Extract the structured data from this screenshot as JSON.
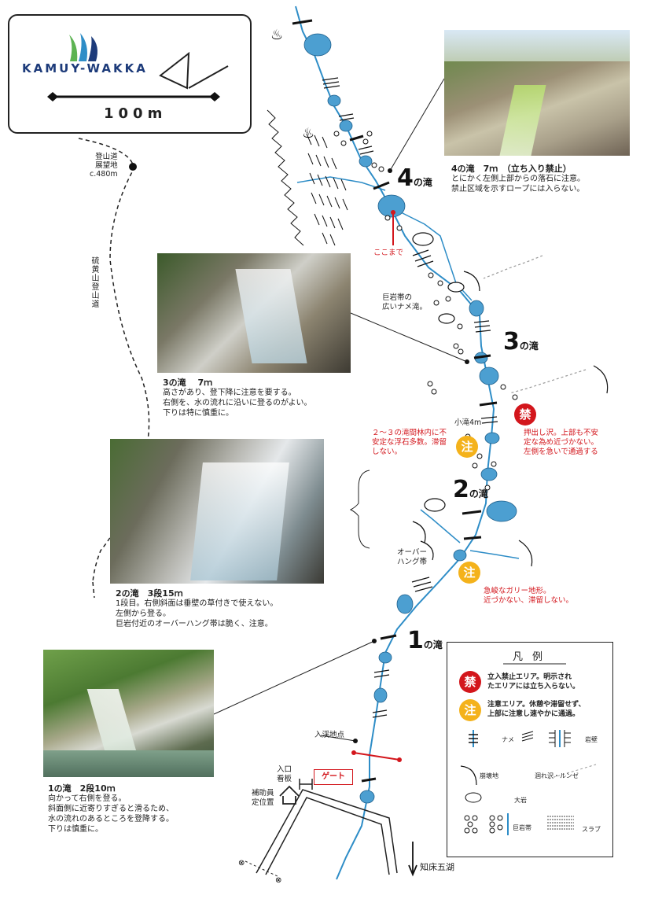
{
  "header": {
    "logo_text": "KAMUY-WAKKA",
    "scale_label": "100m"
  },
  "trail": {
    "viewpoint_label_1": "登山道",
    "viewpoint_label_2": "展望地",
    "viewpoint_label_3": "c.480m",
    "trail_name": "硫黄山登山道"
  },
  "falls": {
    "f4": {
      "num": "4",
      "suffix": "の滝"
    },
    "f3": {
      "num": "3",
      "suffix": "の滝"
    },
    "f2": {
      "num": "2",
      "suffix": "の滝"
    },
    "f1": {
      "num": "1",
      "suffix": "の滝"
    }
  },
  "captions": {
    "c4": {
      "title": "4の滝　7ｍ　（立ち入り禁止）",
      "lines": [
        "とにかく左側上部からの落石に注意。",
        "禁止区域を示すロープには入らない。"
      ]
    },
    "c3": {
      "title": "3の滝　 7ｍ",
      "lines": [
        "高さがあり、登下降に注意を要する。",
        "右側を、水の流れに沿いに登るのがよい。",
        "下りは特に慎重に。"
      ]
    },
    "c2": {
      "title": "2の滝　3段15ｍ",
      "lines": [
        "1段目。右側斜面は垂壁の草付きで使えない。",
        "左側から登る。",
        "巨岩付近のオーバーハング帯は脆く、注意。"
      ]
    },
    "c1": {
      "title": "1の滝　2段10ｍ",
      "lines": [
        "向かって右側を登る。",
        "斜面側に近寄りすぎると滑るため、",
        "水の流れのあるところを登降する。",
        "下りは慎重に。"
      ]
    }
  },
  "labels": {
    "kokomade": "ここまで",
    "kyogan_1": "巨岩帯の",
    "kyogan_2": "広いナメ滝。",
    "kotaki": "小滝4m",
    "overhang_1": "オーバー",
    "overhang_2": "ハング帯",
    "nyukei": "入渓地点",
    "iriguchi_1": "入口",
    "iriguchi_2": "看板",
    "hojo_1": "補助員",
    "hojo_2": "定位置",
    "gate": "ゲート",
    "goko": "知床五湖"
  },
  "notes": {
    "kin_badge": "禁",
    "kin_text": [
      "押出し沢。上部も不安",
      "定な為め近づかない。",
      "左側を急いで通過する"
    ],
    "chu_badge_1": "注",
    "chu_text_1": [
      "２～３の滝間林内に不",
      "安定な浮石多数。滞留",
      "しない。"
    ],
    "chu_badge_2": "注",
    "chu_text_2": [
      "急峻なガリー地形。",
      "近づかない、滞留しない。"
    ]
  },
  "legend": {
    "title": "凡例",
    "kin_badge": "禁",
    "kin_text": [
      "立入禁止エリア。明示され",
      "たエリアには立ち入らない。"
    ],
    "chu_badge": "注",
    "chu_text": [
      "注意エリア。休憩や滞留せず、",
      "上部に注意し速やかに通過。"
    ],
    "name": "ナメ",
    "ganpeki": "岩壁",
    "houkai": "崩壊地",
    "kaerezawa": "涸れ沢・ルンゼ",
    "ooiwa": "大岩",
    "kyogantai": "巨岩帯",
    "slab": "スラブ"
  },
  "colors": {
    "stream": "#2e8dc7",
    "pool": "#4c9fd1",
    "danger": "#d3161c",
    "caution": "#f4b21b",
    "logo_blue": "#1d3b7a",
    "logo_green": "#5db352"
  }
}
